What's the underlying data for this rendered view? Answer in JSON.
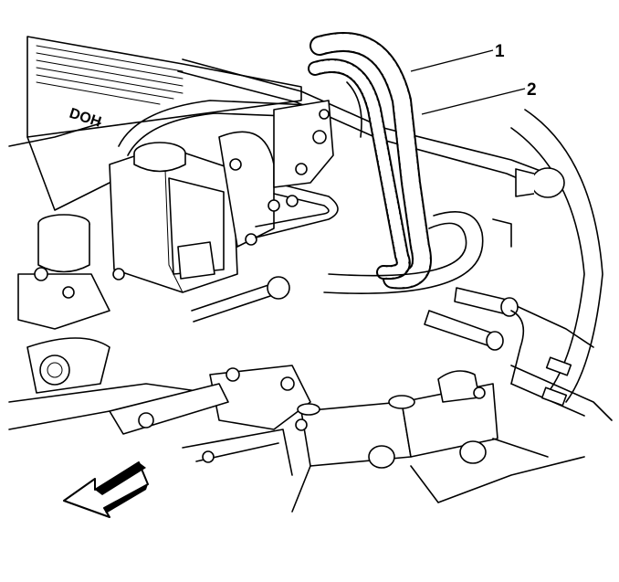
{
  "diagram": {
    "callouts": [
      {
        "label": "1",
        "target": "wiring-harness-outer"
      },
      {
        "label": "2",
        "target": "wiring-harness-inner"
      }
    ],
    "engine_cover_text": "DOH",
    "direction_arrow": "front-of-vehicle-arrow-icon",
    "colors": {
      "ink": "#000000",
      "paper": "#ffffff"
    }
  }
}
